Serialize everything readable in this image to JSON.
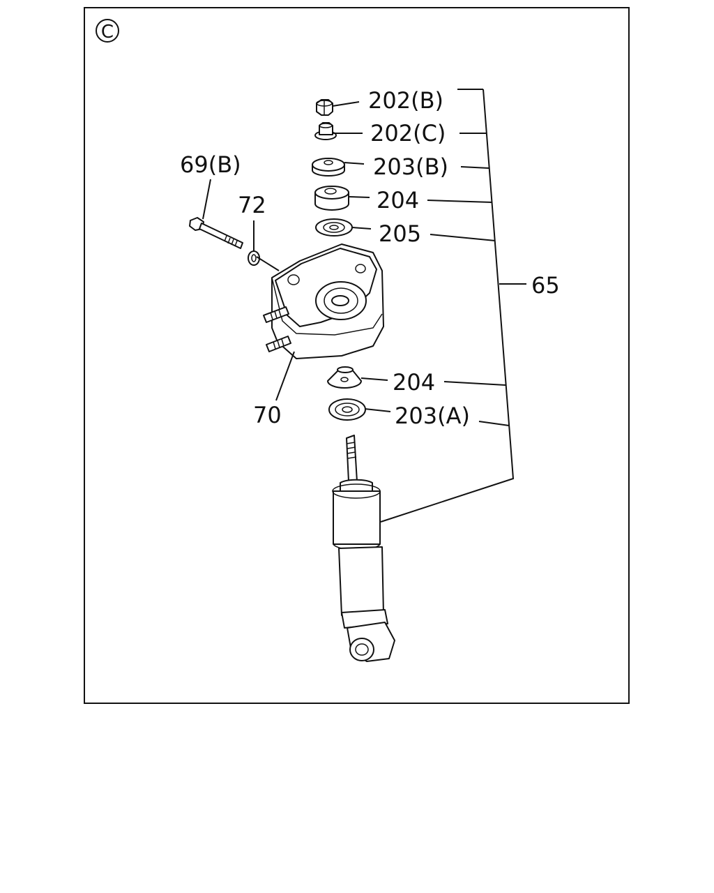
{
  "view_marker": "C",
  "labels": {
    "l202b": "202(B)",
    "l202c": "202(C)",
    "l203b": "203(B)",
    "l204a": "204",
    "l205": "205",
    "l65": "65",
    "l69b": "69(B)",
    "l72": "72",
    "l70": "70",
    "l204b": "204",
    "l203a": "203(A)"
  }
}
